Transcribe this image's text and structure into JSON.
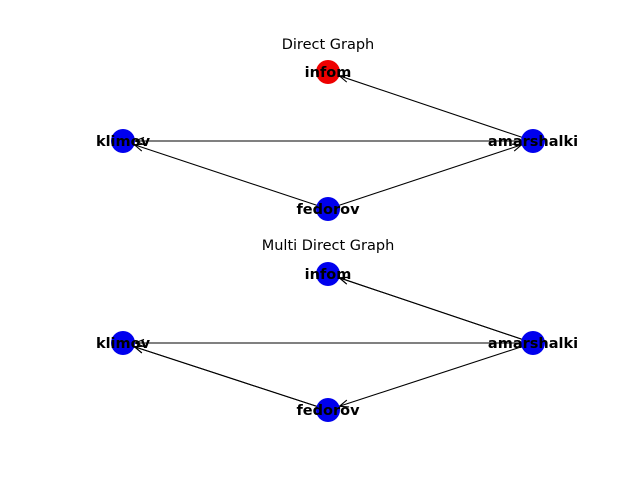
{
  "figure": {
    "background": "#ffffff",
    "node_color_default": "#0000ee",
    "node_color_highlight": "#ee0000",
    "edge_color": "#000000"
  },
  "graphs": [
    {
      "title": "Direct Graph",
      "type": "directed",
      "nodes": [
        {
          "id": "infom",
          "label": "infom",
          "color": "#ee0000"
        },
        {
          "id": "klimov",
          "label": "klimov",
          "color": "#0000ee"
        },
        {
          "id": "amarshalki",
          "label": "amarshalki",
          "color": "#0000ee"
        },
        {
          "id": "fedorov",
          "label": "fedorov",
          "color": "#0000ee"
        }
      ],
      "edges": [
        {
          "from": "amarshalki",
          "to": "infom"
        },
        {
          "from": "amarshalki",
          "to": "klimov"
        },
        {
          "from": "fedorov",
          "to": "klimov"
        },
        {
          "from": "fedorov",
          "to": "amarshalki"
        }
      ]
    },
    {
      "title": "Multi Direct Graph",
      "type": "multi-directed",
      "nodes": [
        {
          "id": "infom",
          "label": "infom",
          "color": "#0000ee"
        },
        {
          "id": "klimov",
          "label": "klimov",
          "color": "#0000ee"
        },
        {
          "id": "amarshalki",
          "label": "amarshalki",
          "color": "#0000ee"
        },
        {
          "id": "fedorov",
          "label": "fedorov",
          "color": "#0000ee"
        }
      ],
      "edges": [
        {
          "from": "amarshalki",
          "to": "infom"
        },
        {
          "from": "amarshalki",
          "to": "infom"
        },
        {
          "from": "amarshalki",
          "to": "klimov"
        },
        {
          "from": "fedorov",
          "to": "klimov"
        },
        {
          "from": "fedorov",
          "to": "klimov"
        },
        {
          "from": "amarshalki",
          "to": "fedorov"
        }
      ]
    }
  ]
}
